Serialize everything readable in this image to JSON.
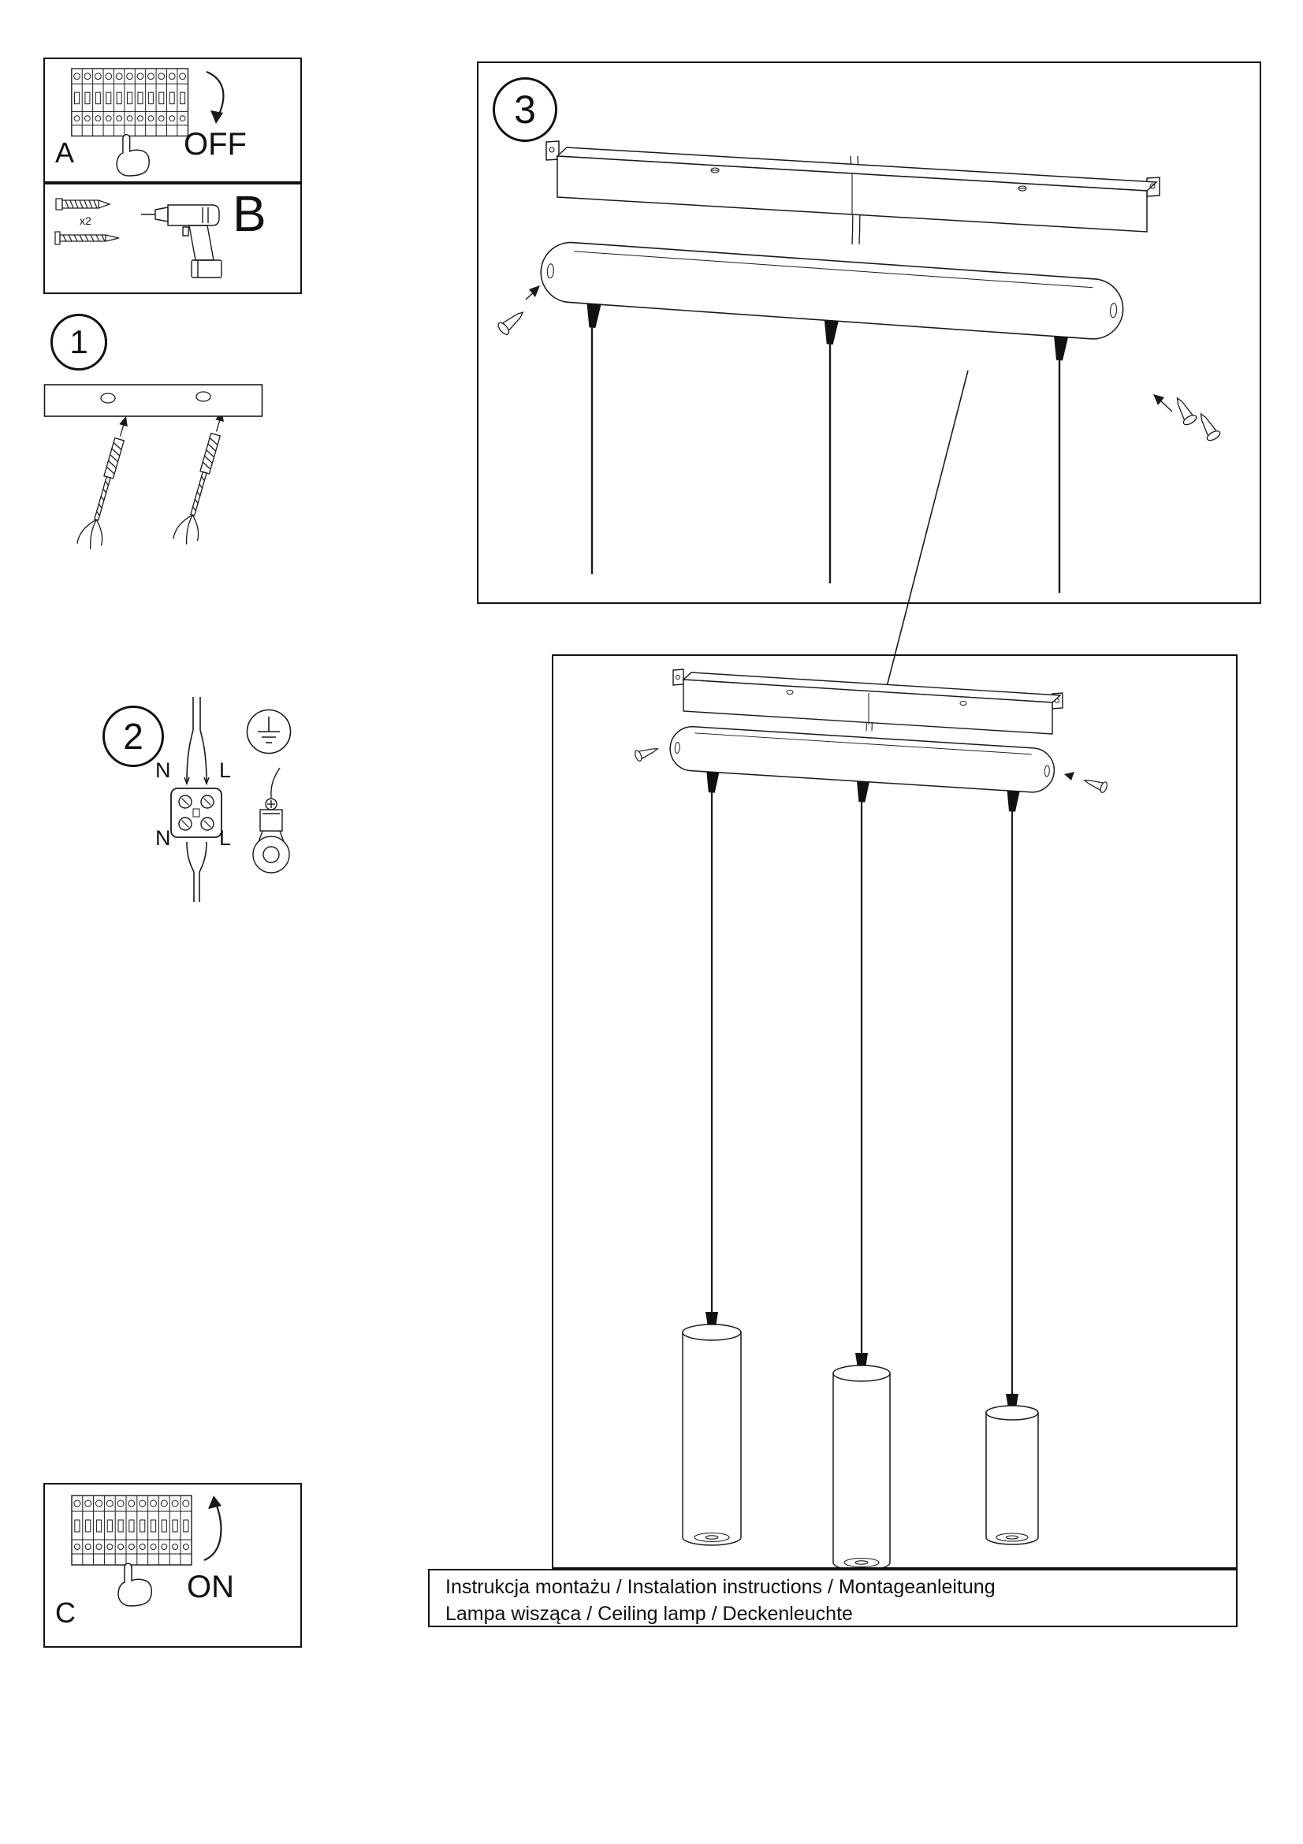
{
  "steps": {
    "a": {
      "label": "A",
      "action": "OFF"
    },
    "b": {
      "label": "B",
      "anchor_count": "x2"
    },
    "c": {
      "label": "C",
      "action": "ON"
    },
    "s1": {
      "number": "1"
    },
    "s2": {
      "number": "2",
      "wire_top_left": "N",
      "wire_top_right": "L",
      "wire_bottom_left": "N",
      "wire_bottom_right": "L"
    },
    "s3": {
      "number": "3"
    }
  },
  "footer": {
    "line1": "Instrukcja montażu / Instalation instructions / Montageanleitung",
    "line2": "Lampa wisząca / Ceiling lamp / Deckenleuchte"
  },
  "colors": {
    "ink": "#1a1a1a",
    "paper": "#ffffff"
  }
}
